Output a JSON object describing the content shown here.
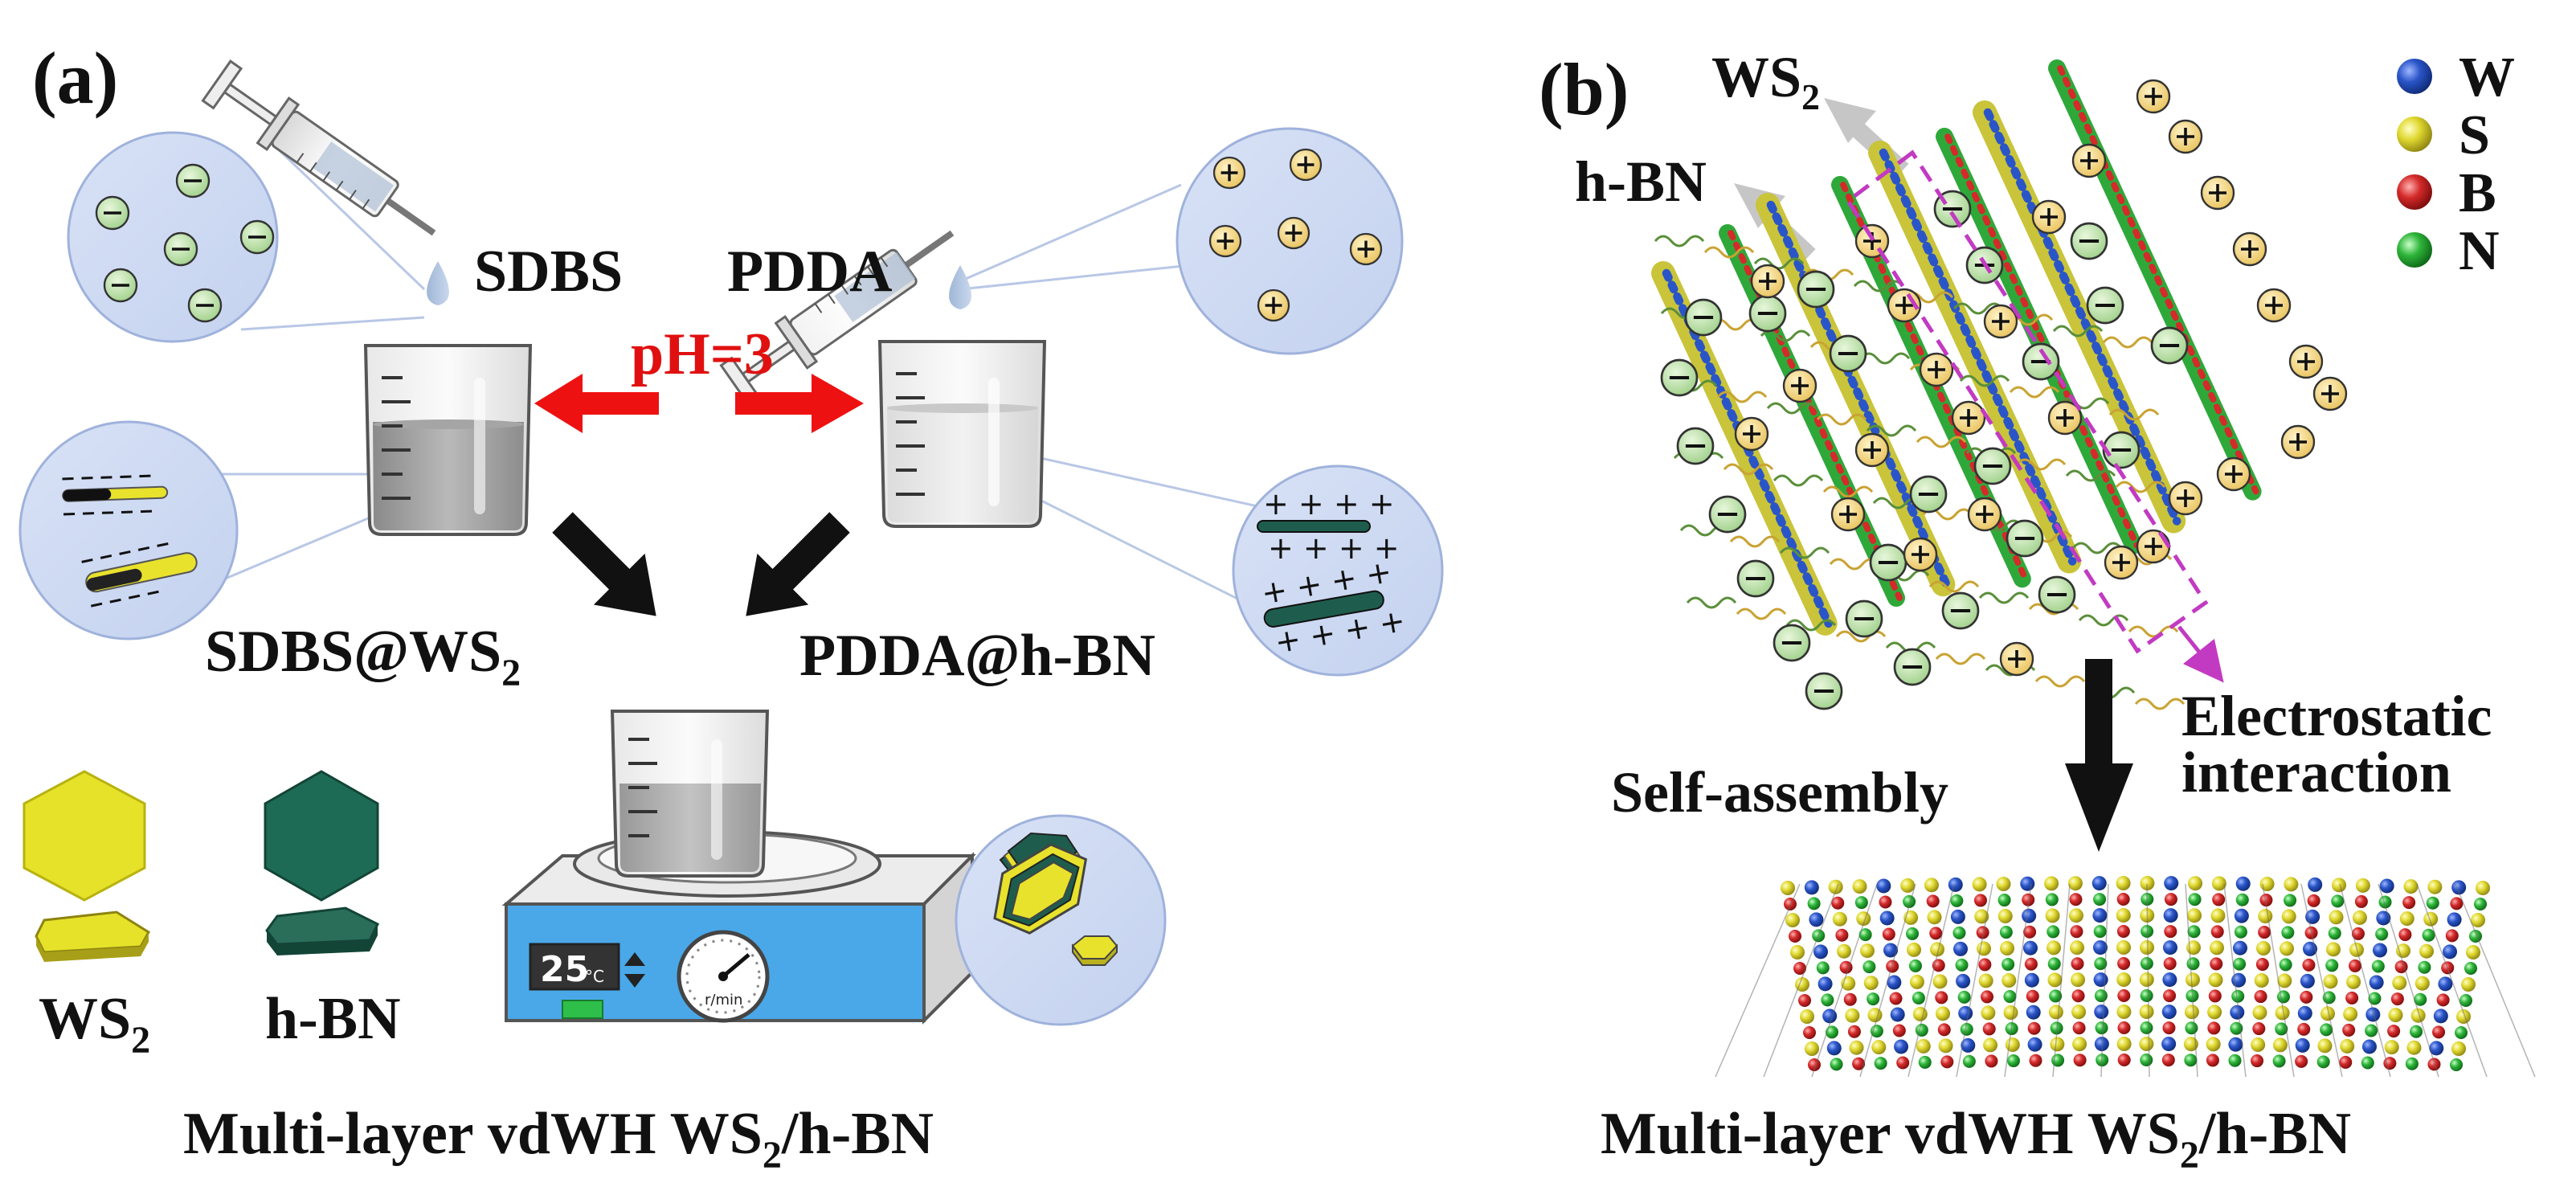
{
  "panel_a": {
    "label": "(a)",
    "sdbs": "SDBS",
    "pdda": "PDDA",
    "ph": "pH=3",
    "sdbs_ws2": "SDBS@WS",
    "sdbs_ws2_sub": "2",
    "pdda_hbn": "PDDA@h-BN",
    "ws2_legend": "WS",
    "ws2_legend_sub": "2",
    "hbn_legend": "h-BN",
    "stirrer_temp": "25",
    "stirrer_unit": "°C",
    "dial_unit": "r/min",
    "caption_pre": "Multi-layer vdWH WS",
    "caption_sub": "2",
    "caption_post": "/h-BN",
    "neg": "−",
    "pos": "+"
  },
  "panel_b": {
    "label": "(b)",
    "ws2": "WS",
    "ws2_sub": "2",
    "hbn": "h-BN",
    "legend": [
      {
        "symbol": "W",
        "color": "#2a55c8"
      },
      {
        "symbol": "S",
        "color": "#e0d830"
      },
      {
        "symbol": "B",
        "color": "#d42a2a"
      },
      {
        "symbol": "N",
        "color": "#2fb53a"
      }
    ],
    "self_assembly": "Self-assembly",
    "electro_1": "Electrostatic",
    "electro_2": "interaction",
    "caption_pre": "Multi-layer vdWH WS",
    "caption_sub": "2",
    "caption_post": "/h-BN"
  }
}
